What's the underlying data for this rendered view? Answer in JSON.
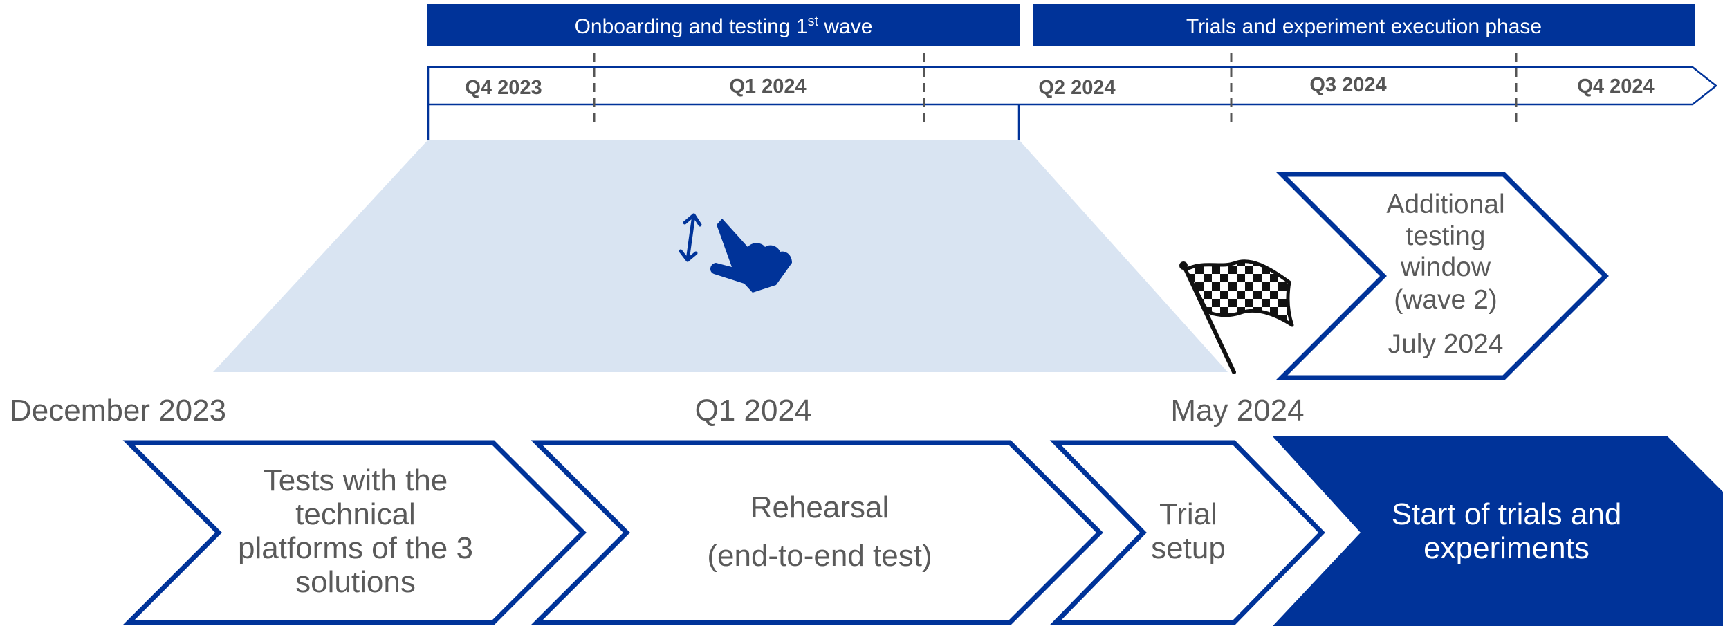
{
  "colors": {
    "brand_blue": "#003399",
    "zoom_fill": "#d9e4f2",
    "text_gray": "#5a5a5a",
    "white": "#ffffff"
  },
  "phases": [
    {
      "label": "Onboarding and testing 1",
      "sup": "st",
      "label_after": " wave"
    },
    {
      "label": "Trials and experiment execution phase"
    }
  ],
  "quarters": [
    "Q4 2023",
    "Q1 2024",
    "Q2 2024",
    "Q3 2024",
    "Q4 2024"
  ],
  "milestone_dates": [
    "December 2023",
    "Q1 2024",
    "May 2024"
  ],
  "steps": [
    {
      "lines": [
        "Tests with the",
        "technical",
        "platforms of the 3",
        "solutions"
      ]
    },
    {
      "lines": [
        "Rehearsal",
        "(end-to-end test)"
      ]
    },
    {
      "lines": [
        "Trial",
        "setup"
      ]
    },
    {
      "lines": [
        "Start of trials and",
        "experiments"
      ]
    }
  ],
  "additional_window": {
    "lines": [
      "Additional",
      "testing",
      "window",
      "(wave 2)"
    ],
    "date": "July 2024"
  },
  "icons": {
    "zoom": "hand-pinch-zoom-icon",
    "finish": "checkered-flag-icon"
  }
}
